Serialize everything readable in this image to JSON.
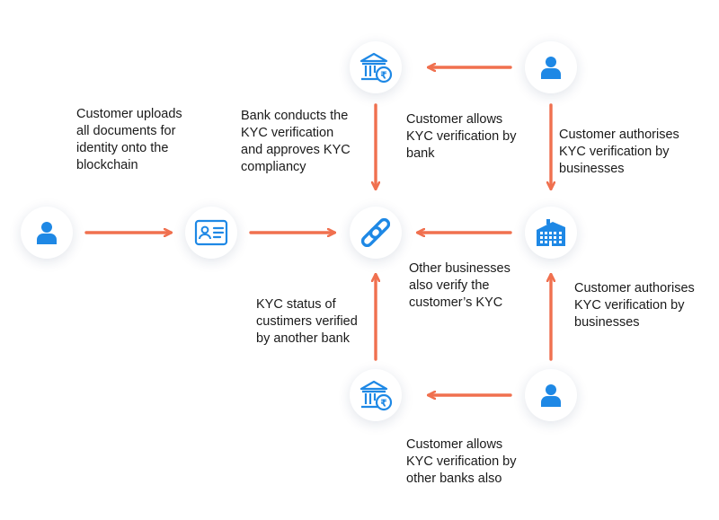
{
  "colors": {
    "arrow": "#F0704F",
    "icon": "#1E88E5",
    "text": "#1a1a1a"
  },
  "nodes": {
    "customer_left": {
      "icon": "user-icon"
    },
    "id_card": {
      "icon": "id-card-icon"
    },
    "blockchain": {
      "icon": "link-icon"
    },
    "bank_top": {
      "icon": "bank-rupee-icon"
    },
    "customer_top": {
      "icon": "user-icon"
    },
    "business": {
      "icon": "building-icon"
    },
    "bank_bottom": {
      "icon": "bank-rupee-icon"
    },
    "customer_bottom": {
      "icon": "user-icon"
    }
  },
  "labels": {
    "upload": "Customer uploads\nall documents for\nidentity onto the\nblockchain",
    "bank_conducts": "Bank conducts the\nKYC verification\nand approves KYC\ncompliancy",
    "allows_bank": "Customer allows\nKYC verification by\nbank",
    "authorises_top": "Customer authorises\nKYC verification by\nbusinesses",
    "other_businesses": "Other businesses\nalso verify the\ncustomer’s KYC",
    "status_verified": "KYC status of\ncustimers verified\nby another bank",
    "authorises_bottom": "Customer authorises\nKYC verification by\nbusinesses",
    "allows_other_banks": "Customer allows\nKYC verification by\nother banks also"
  }
}
